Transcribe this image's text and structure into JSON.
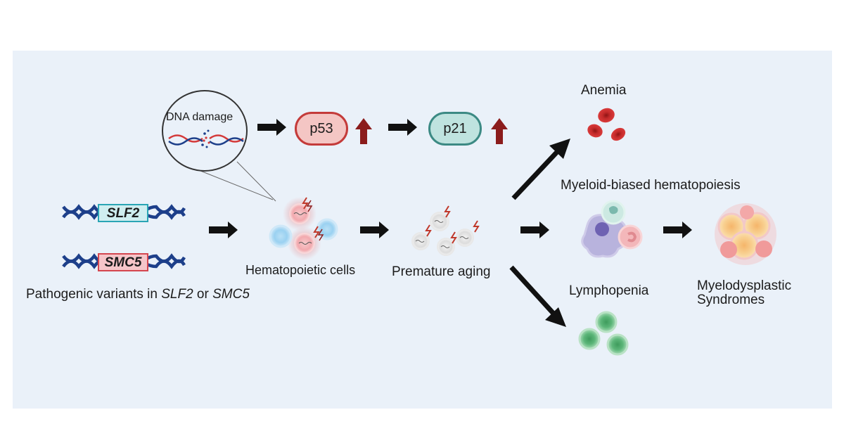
{
  "genes": {
    "gene1": "SLF2",
    "gene2": "SMC5",
    "caption_prefix": "Pathogenic variants in ",
    "caption_gene1": "SLF2",
    "caption_mid": " or ",
    "caption_gene2": "SMC5"
  },
  "zoom": {
    "label": "DNA damage"
  },
  "pathway": {
    "p53": "p53",
    "p21": "p21"
  },
  "stages": {
    "hematopoietic": "Hematopoietic cells",
    "aging": "Premature aging"
  },
  "outcomes": {
    "anemia": "Anemia",
    "myeloid": "Myeloid-biased hematopoiesis",
    "lymphopenia": "Lymphopenia",
    "mds_line1": "Myelodysplastic",
    "mds_line2": "Syndromes"
  },
  "colors": {
    "background": "#eaf1f9",
    "p53_fill": "#f4c6c4",
    "p53_border": "#c43b3a",
    "p21_fill": "#bfe3df",
    "p21_border": "#3c8a84",
    "up_arrow": "#8b1c1c",
    "dna": "#1d3f8a",
    "slf2_fill": "#cfeef0",
    "slf2_border": "#2aa5b5",
    "smc5_fill": "#f6c5c9",
    "smc5_border": "#d4464f"
  }
}
